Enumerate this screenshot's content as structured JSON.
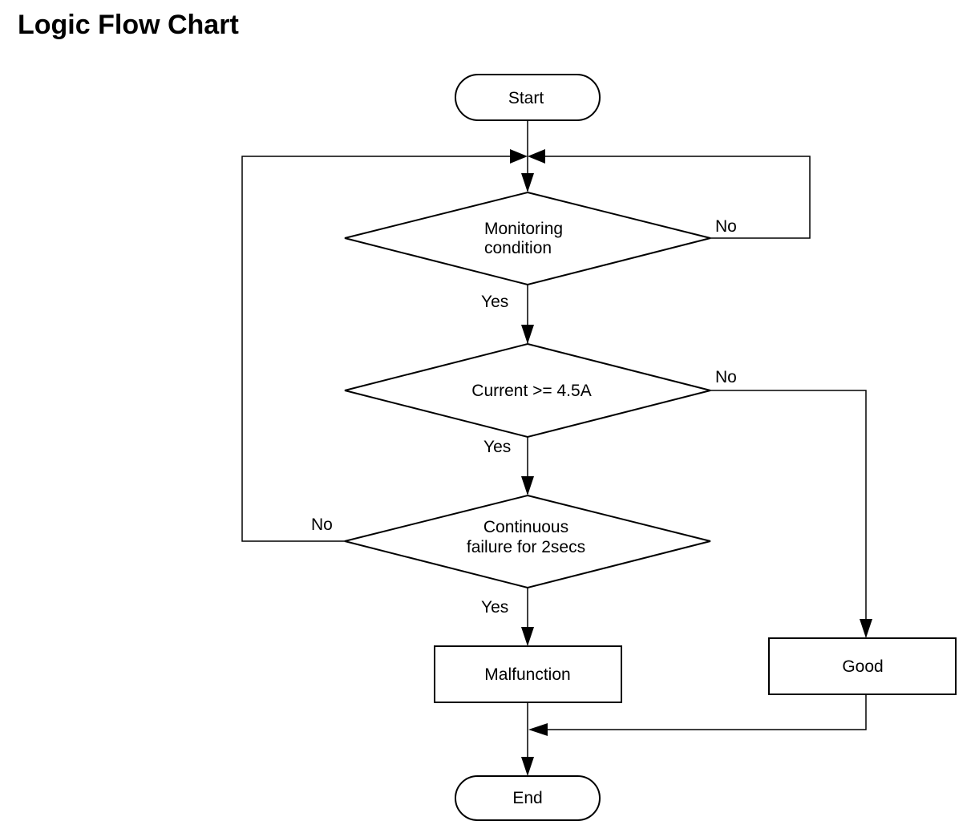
{
  "title": "Logic Flow Chart",
  "nodes": {
    "start": "Start",
    "monitoring": [
      "Monitoring",
      "condition"
    ],
    "current": "Current >= 4.5A",
    "continuous": [
      "Continuous",
      "failure for 2secs"
    ],
    "malfunction": "Malfunction",
    "good": "Good",
    "end": "End"
  },
  "branch_labels": {
    "monitoring_yes": "Yes",
    "monitoring_no": "No",
    "current_yes": "Yes",
    "current_no": "No",
    "continuous_yes": "Yes",
    "continuous_no": "No"
  }
}
